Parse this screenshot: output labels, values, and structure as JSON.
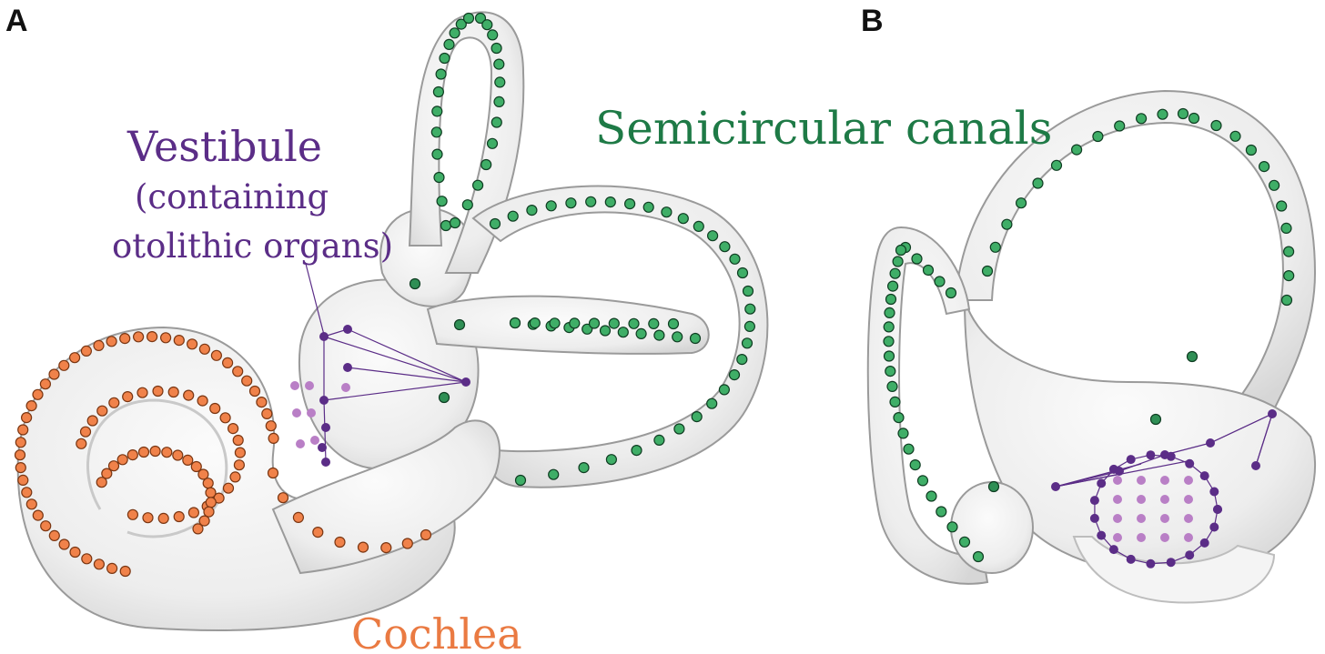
{
  "panels": {
    "a": "A",
    "b": "B"
  },
  "labels": {
    "vestibule": "Vestibule",
    "vestibule_sub1": "(containing",
    "vestibule_sub2": "otolithic organs)",
    "semicircular_canals": "Semicircular canals",
    "cochlea": "Cochlea"
  },
  "colors": {
    "vestibule": "#5b2d87",
    "vestibule_light": "#b97fc6",
    "canals": "#1e7a46",
    "canal_dot": "#3fae67",
    "cochlea": "#ea7a42",
    "cochlea_dot": "#f0824a",
    "bone_fill": "#ececec",
    "bone_edge": "#9a9a9a"
  }
}
